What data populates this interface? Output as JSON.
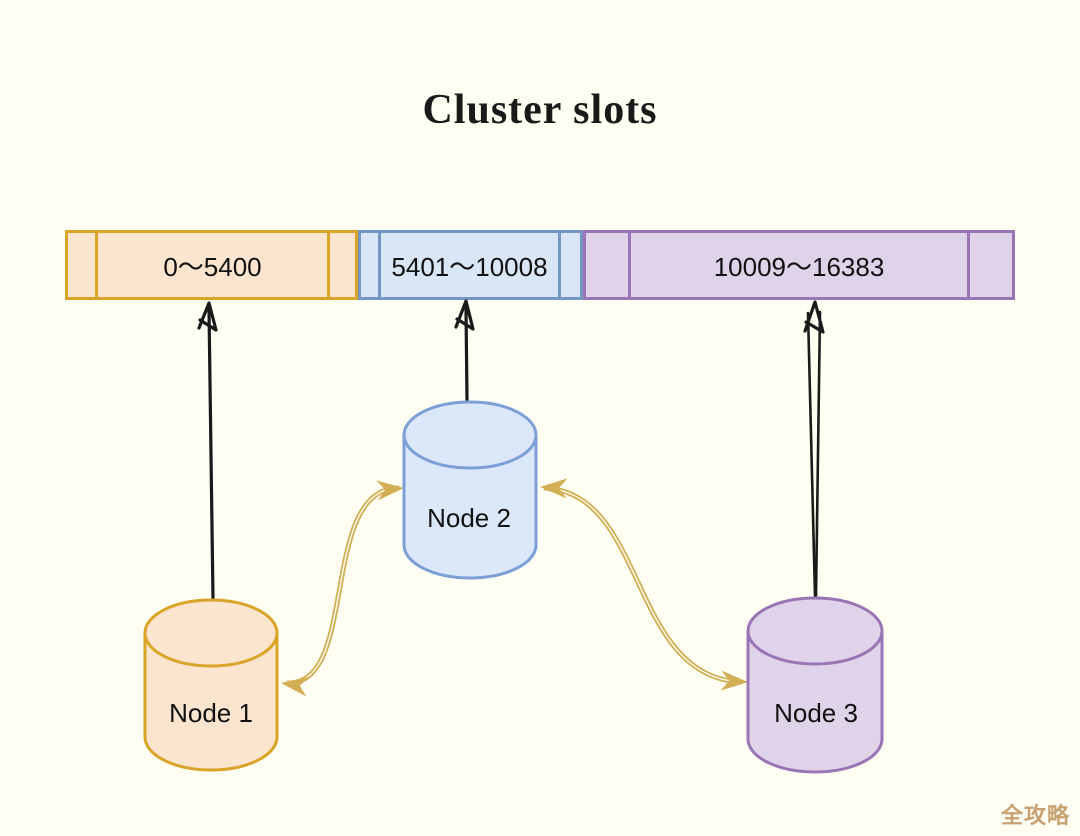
{
  "title": "Cluster slots",
  "slot_bar": {
    "segments": [
      {
        "name": "node1-slot-range",
        "label": "0～5400"
      },
      {
        "name": "node2-slot-range",
        "label": "5401～10008"
      },
      {
        "name": "node3-slot-range",
        "label": "10009～16383"
      }
    ]
  },
  "nodes": [
    {
      "name": "node-1",
      "label": "Node 1"
    },
    {
      "name": "node-2",
      "label": "Node 2"
    },
    {
      "name": "node-3",
      "label": "Node 3"
    }
  ],
  "watermark": "全攻略",
  "colors": {
    "background": "#FEFEF2",
    "orange_fill": "#FBE5CE",
    "orange_border": "#D9A427",
    "blue_fill": "#D9E6F6",
    "blue_border": "#7496C4",
    "blue_cyl_fill": "#DBE8FA",
    "blue_cyl_border": "#7B9FD6",
    "purple_fill": "#DFD3E9",
    "purple_border": "#9A75B5",
    "arrow_black": "#1a1a1a",
    "arrow_gold": "#D2AE55",
    "watermark_color": "#C7A171"
  }
}
